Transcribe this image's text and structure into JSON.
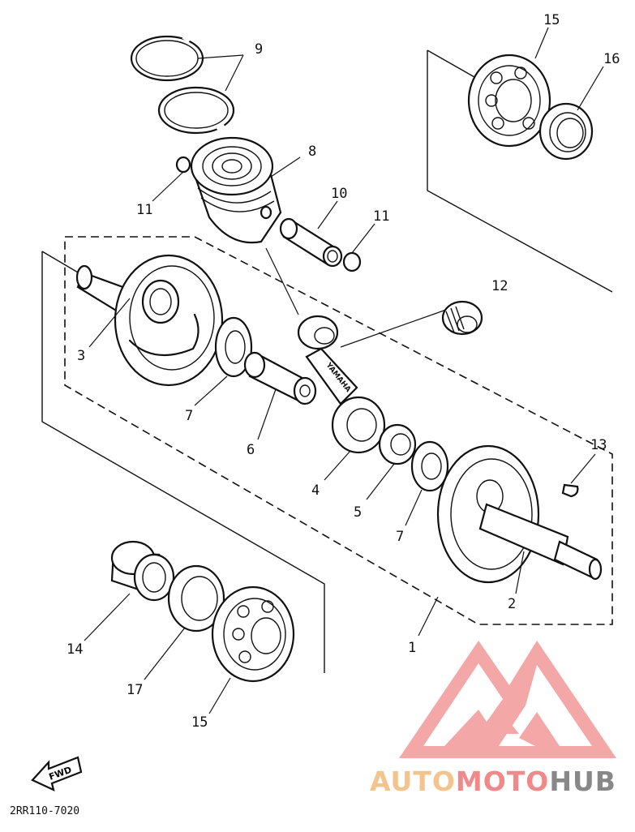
{
  "callouts": [
    {
      "id": "c-1",
      "text": "1"
    },
    {
      "id": "c-2",
      "text": "2"
    },
    {
      "id": "c-3",
      "text": "3"
    },
    {
      "id": "c-4",
      "text": "4"
    },
    {
      "id": "c-5",
      "text": "5"
    },
    {
      "id": "c-6",
      "text": "6"
    },
    {
      "id": "c-7a",
      "text": "7"
    },
    {
      "id": "c-7b",
      "text": "7"
    },
    {
      "id": "c-8",
      "text": "8"
    },
    {
      "id": "c-9",
      "text": "9"
    },
    {
      "id": "c-10",
      "text": "10"
    },
    {
      "id": "c-11a",
      "text": "11"
    },
    {
      "id": "c-11b",
      "text": "11"
    },
    {
      "id": "c-12",
      "text": "12"
    },
    {
      "id": "c-13",
      "text": "13"
    },
    {
      "id": "c-14",
      "text": "14"
    },
    {
      "id": "c-15a",
      "text": "15"
    },
    {
      "id": "c-15b",
      "text": "15"
    },
    {
      "id": "c-16",
      "text": "16"
    },
    {
      "id": "c-17",
      "text": "17"
    }
  ],
  "drawing_code": "2RR110-7020",
  "rod_stamp": "YAMAHA",
  "fwd_label": "FWD",
  "watermark": {
    "brand_part1": "AUTO",
    "brand_part2": "MOTO",
    "brand_part3": "HUB",
    "color_auto": "#f4c48e",
    "color_moto": "#f08a8a",
    "color_hub": "#888888",
    "logo_color": "#f08a8a"
  }
}
